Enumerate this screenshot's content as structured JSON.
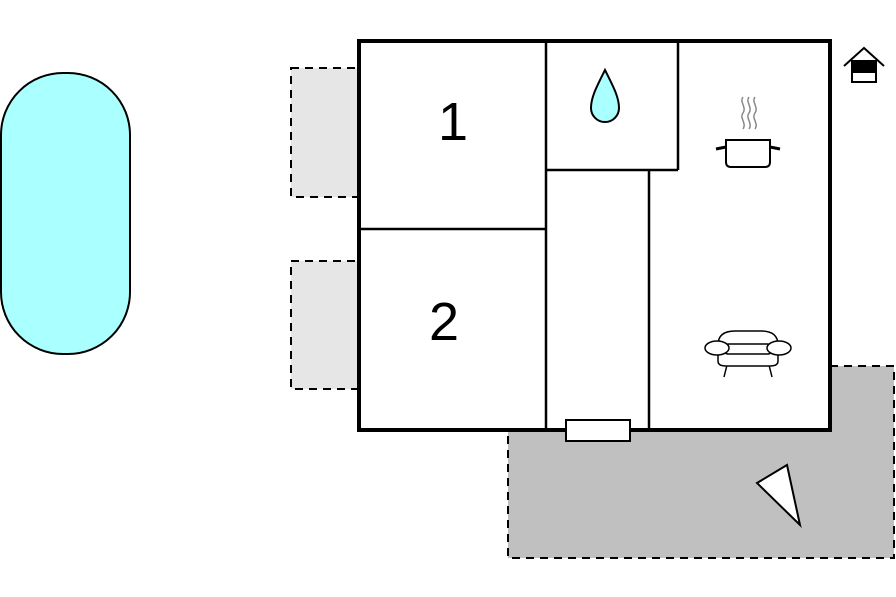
{
  "floorplan": {
    "rooms": [
      {
        "id": "bedroom-1",
        "label": "1"
      },
      {
        "id": "bedroom-2",
        "label": "2"
      }
    ],
    "icons": [
      "pool-icon",
      "water-drop-icon",
      "cooking-pot-icon",
      "sofa-icon",
      "house-icon",
      "north-arrow-icon",
      "entrance-door-icon"
    ],
    "areas": [
      "terrace",
      "balcony-1",
      "balcony-2"
    ],
    "colors": {
      "pool": "#aaffff",
      "water": "#aaffff",
      "terrace": "#c0c0c0",
      "balcony": "#e6e6e6",
      "walls": "#000000"
    }
  }
}
